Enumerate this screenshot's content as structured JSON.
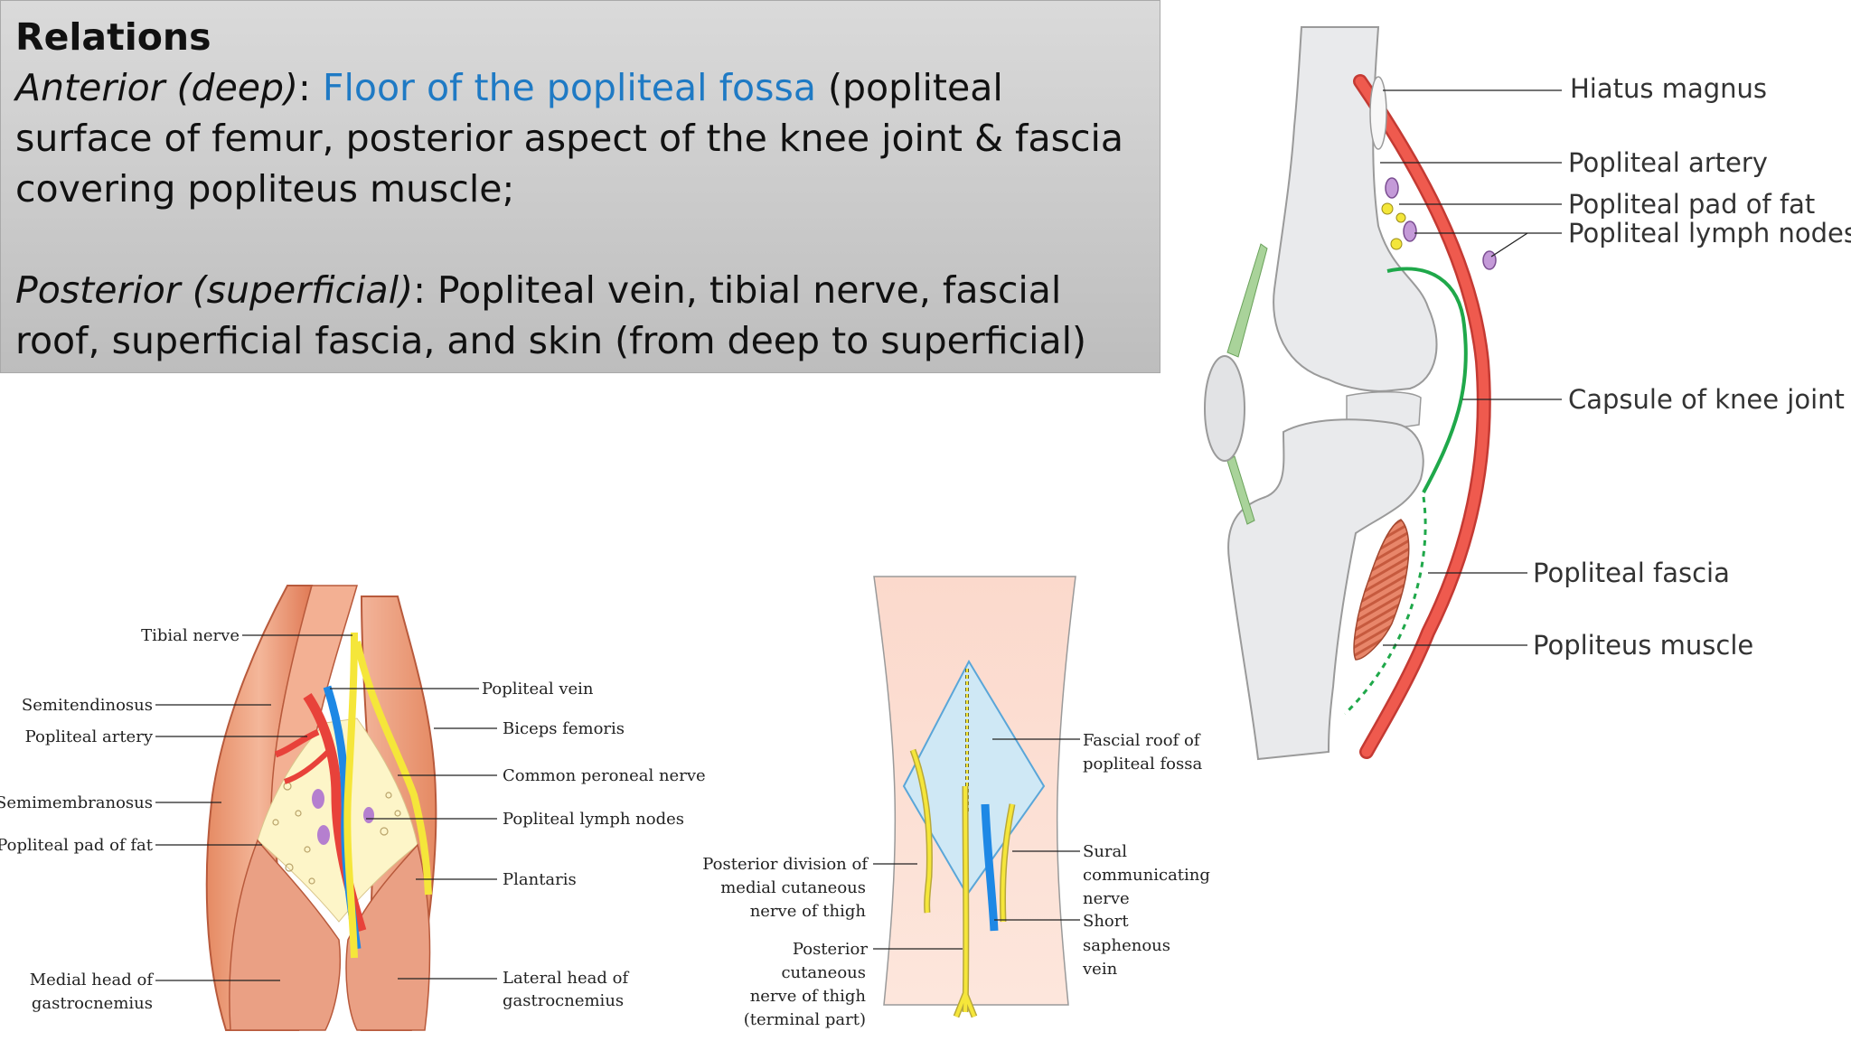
{
  "relations": {
    "title": "Relations",
    "anterior_label": "Anterior (deep)",
    "anterior_sep": ": ",
    "anterior_highlight": "Floor of the popliteal fossa",
    "anterior_rest": " (popliteal surface of femur, posterior aspect of the knee joint & fascia covering popliteus muscle;",
    "posterior_label": "Posterior (superficial)",
    "posterior_rest": ": Popliteal vein, tibial nerve, fascial roof, superficial fascia, and skin (from deep to superficial)"
  },
  "fossa_diagram": {
    "left_labels": {
      "tibial_nerve": "Tibial nerve",
      "semitendinosus": "Semitendinosus",
      "popliteal_artery": "Popliteal artery",
      "semimembranosus": "Semimembranosus",
      "popliteal_pad_of_fat": "Popliteal pad of fat",
      "medial_head_1": "Medial head of",
      "medial_head_2": "gastrocnemius"
    },
    "right_labels": {
      "popliteal_vein": "Popliteal vein",
      "biceps_femoris": "Biceps femoris",
      "common_peroneal_nerve": "Common peroneal nerve",
      "popliteal_lymph_nodes": "Popliteal lymph nodes",
      "plantaris": "Plantaris",
      "lateral_head_1": "Lateral head of",
      "lateral_head_2": "gastrocnemius"
    }
  },
  "roof_diagram": {
    "labels": {
      "fascial_roof_1": "Fascial roof of",
      "fascial_roof_2": "popliteal fossa",
      "posterior_division_1": "Posterior division of",
      "posterior_division_2": "medial cutaneous",
      "posterior_division_3": "nerve of thigh",
      "sural_1": "Sural",
      "sural_2": "communicating",
      "sural_3": "nerve",
      "short_1": "Short",
      "short_2": "saphenous",
      "short_3": "vein",
      "posterior_cutaneous_1": "Posterior",
      "posterior_cutaneous_2": "cutaneous",
      "posterior_cutaneous_3": "nerve of thigh",
      "posterior_cutaneous_4": "(terminal part)"
    }
  },
  "sagittal_diagram": {
    "labels": {
      "hiatus_magnus": "Hiatus magnus",
      "popliteal_artery": "Popliteal artery",
      "popliteal_pad_of_fat": "Popliteal pad of fat",
      "popliteal_lymph_nodes": "Popliteal lymph nodes",
      "capsule_of_knee_joint": "Capsule of knee joint",
      "popliteal_fascia": "Popliteal fascia",
      "popliteus_muscle": "Popliteus muscle"
    }
  },
  "colors": {
    "artery": "#e8423a",
    "vein": "#1e88e5",
    "nerve": "#f5e63a",
    "capsule": "#1fa84a",
    "muscle": "#e9967a",
    "bone": "#e9eaec",
    "lymph": "#b57fcf",
    "fat": "#fdf5c8"
  }
}
